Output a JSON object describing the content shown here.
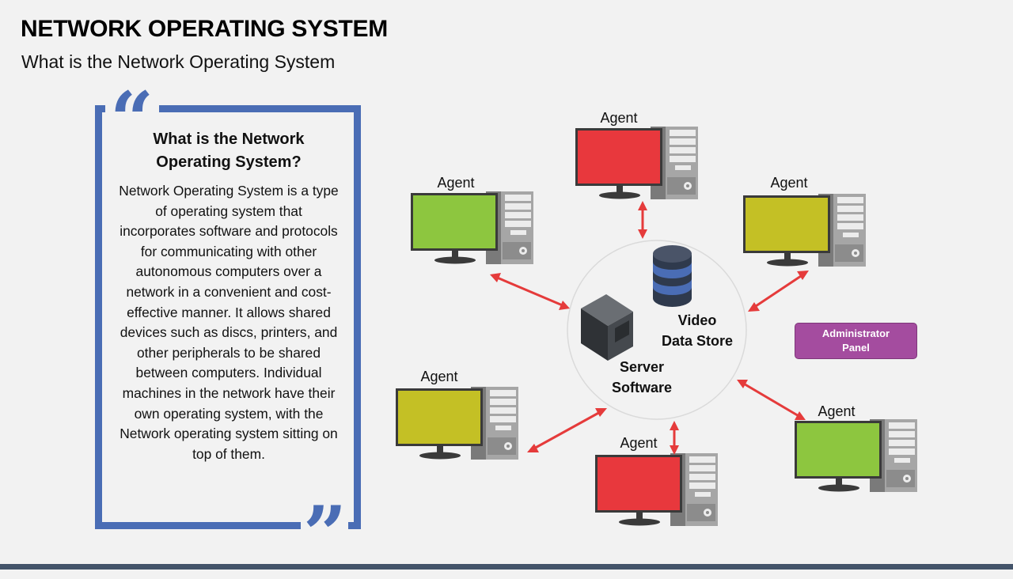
{
  "header": {
    "title": "NETWORK OPERATING SYSTEM",
    "subtitle": "What is the Network Operating System"
  },
  "quote": {
    "heading": "What is the Network Operating System?",
    "body": "Network Operating System is a type of operating system that incorporates software and protocols for communicating with other autonomous computers over a network in a convenient and cost-effective manner. It allows shared devices such as discs, printers, and other peripherals to be shared between computers. Individual machines in the network have their own operating system, with the Network operating system sitting on top of them."
  },
  "diagram": {
    "agent_label": "Agent",
    "center": {
      "server_label_line1": "Server",
      "server_label_line2": "Software",
      "store_label_line1": "Video",
      "store_label_line2": "Data Store"
    },
    "admin_panel": {
      "line1": "Administrator",
      "line2": "Panel"
    },
    "agents": [
      {
        "id": "top",
        "screen_color": "#e8383d"
      },
      {
        "id": "upper-left",
        "screen_color": "#8dc63f"
      },
      {
        "id": "upper-right",
        "screen_color": "#c4c025"
      },
      {
        "id": "lower-left",
        "screen_color": "#c4c025"
      },
      {
        "id": "bottom",
        "screen_color": "#e8383d"
      },
      {
        "id": "lower-right",
        "screen_color": "#8dc63f"
      }
    ],
    "colors": {
      "accent_blue": "#4a6db5",
      "arrow_red": "#e53b3b",
      "admin_purple": "#a44c9f",
      "tower_gray": "#8c8c8c"
    }
  }
}
